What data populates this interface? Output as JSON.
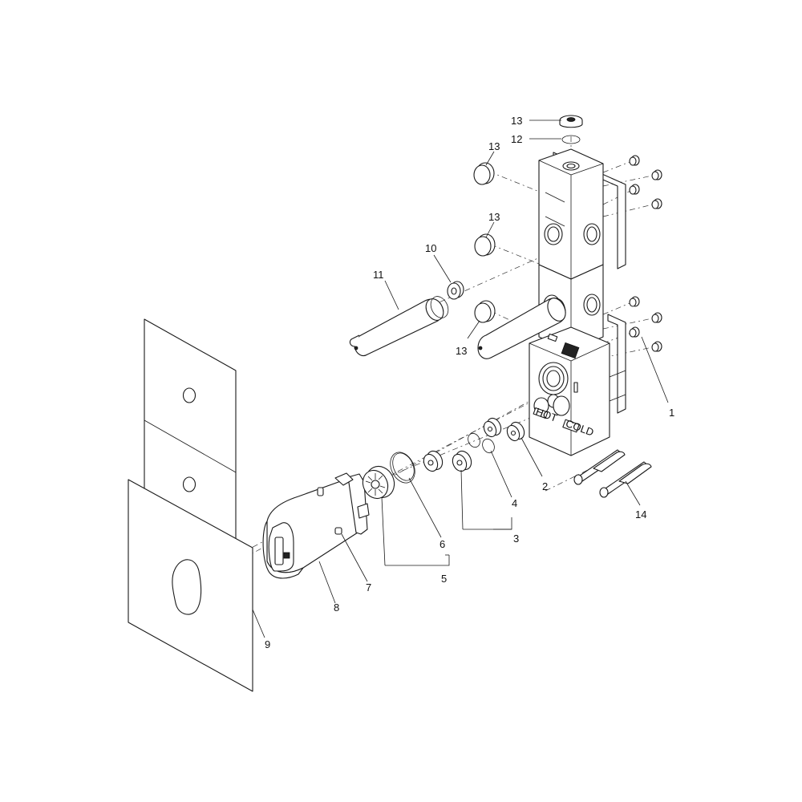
{
  "callouts": {
    "c1": "1",
    "c2": "2",
    "c3": "3",
    "c4": "4",
    "c5": "5",
    "c6": "6",
    "c7": "7",
    "c8": "8",
    "c9": "9",
    "c10": "10",
    "c11": "11",
    "c12": "12",
    "c13a": "13",
    "c13b": "13",
    "c13c": "13",
    "c13d": "13",
    "c14": "14"
  },
  "markings": {
    "hot": "HOT",
    "cold": "COLD"
  }
}
